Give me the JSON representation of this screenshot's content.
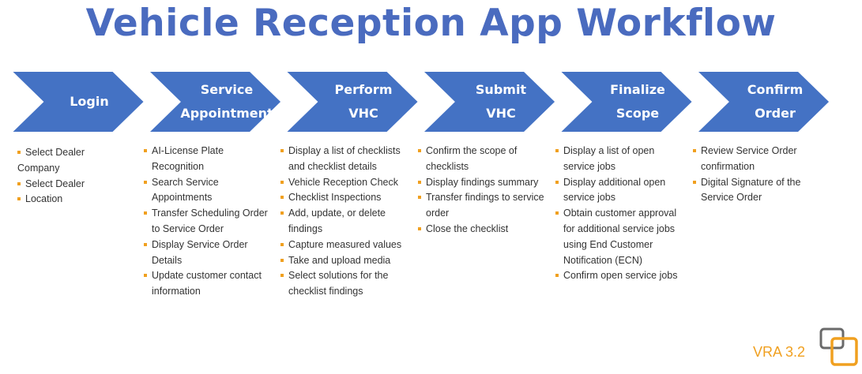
{
  "title": "Vehicle Reception App Workflow",
  "version": "VRA 3.2",
  "colors": {
    "title": "#4a6bbf",
    "chevron_fill": "#4472c4",
    "chevron_outline": "#ffffff",
    "bullet": "#f0a020",
    "text": "#333333",
    "version": "#f0a020",
    "logo_square_1": "#6a6a6a",
    "logo_square_2": "#f0a020"
  },
  "steps": [
    {
      "label": "Login",
      "items": [
        {
          "text": "Select Dealer",
          "bullet": true
        },
        {
          "text": "Company",
          "bullet": false
        },
        {
          "text": "Select Dealer",
          "bullet": true
        },
        {
          "text": "Location",
          "bullet": true
        }
      ]
    },
    {
      "label": "Service\nAppointment",
      "items": [
        {
          "text": "AI-License Plate Recognition",
          "bullet": true
        },
        {
          "text": "Search Service Appointments",
          "bullet": true
        },
        {
          "text": "Transfer Scheduling Order to Service Order",
          "bullet": true
        },
        {
          "text": "Display Service Order Details",
          "bullet": true
        },
        {
          "text": "Update customer contact information",
          "bullet": true
        }
      ]
    },
    {
      "label": "Perform\nVHC",
      "items": [
        {
          "text": "Display a list of checklists and checklist details",
          "bullet": true
        },
        {
          "text": "Vehicle Reception Check",
          "bullet": true
        },
        {
          "text": "Checklist Inspections",
          "bullet": true
        },
        {
          "text": "Add, update, or delete findings",
          "bullet": true
        },
        {
          "text": "Capture measured values",
          "bullet": true
        },
        {
          "text": "Take and upload media",
          "bullet": true
        },
        {
          "text": "Select solutions for the checklist findings",
          "bullet": true
        }
      ]
    },
    {
      "label": "Submit\nVHC",
      "items": [
        {
          "text": "Confirm the scope of checklists",
          "bullet": true
        },
        {
          "text": "Display findings summary",
          "bullet": true
        },
        {
          "text": "Transfer findings to service order",
          "bullet": true
        },
        {
          "text": "Close the checklist",
          "bullet": true
        }
      ]
    },
    {
      "label": "Finalize\nScope",
      "items": [
        {
          "text": "Display a list of open service jobs",
          "bullet": true
        },
        {
          "text": "Display additional open service jobs",
          "bullet": true
        },
        {
          "text": "Obtain customer approval for additional service jobs using End Customer Notification (ECN)",
          "bullet": true
        },
        {
          "text": "Confirm open service jobs",
          "bullet": true
        }
      ]
    },
    {
      "label": "Confirm\nOrder",
      "items": [
        {
          "text": "Review Service Order confirmation",
          "bullet": true
        },
        {
          "text": "Digital Signature of the Service Order",
          "bullet": true
        }
      ]
    }
  ]
}
